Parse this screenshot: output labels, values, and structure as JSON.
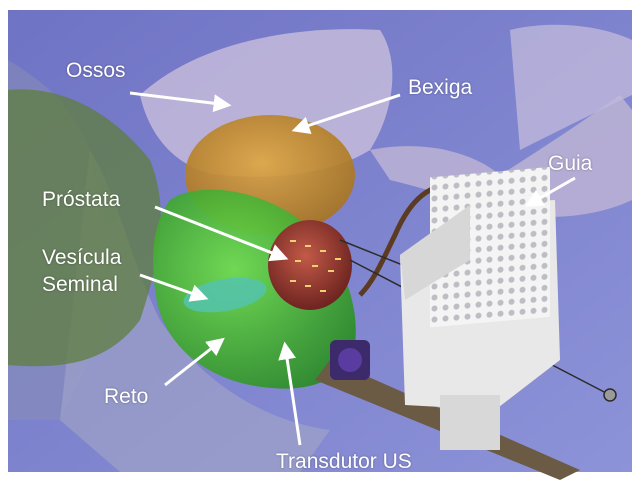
{
  "labels": {
    "ossos": "Ossos",
    "bexiga": "Bexiga",
    "guia": "Guia",
    "prostata": "Próstata",
    "vesicula_line1": "Vesícula",
    "vesicula_line2": "Seminal",
    "reto": "Reto",
    "transdutor": "Transdutor US"
  },
  "colors": {
    "background": "#7f86d0",
    "bone": "#c9bfd7",
    "bladder": "#c98e2a",
    "prostate": "#9a3b33",
    "seminal_vesicle": "#3fb46a",
    "rectum": "#48c23a",
    "guide": "#f2f2f2",
    "probe": "#6b5a44",
    "label_text": "#ffffff"
  }
}
